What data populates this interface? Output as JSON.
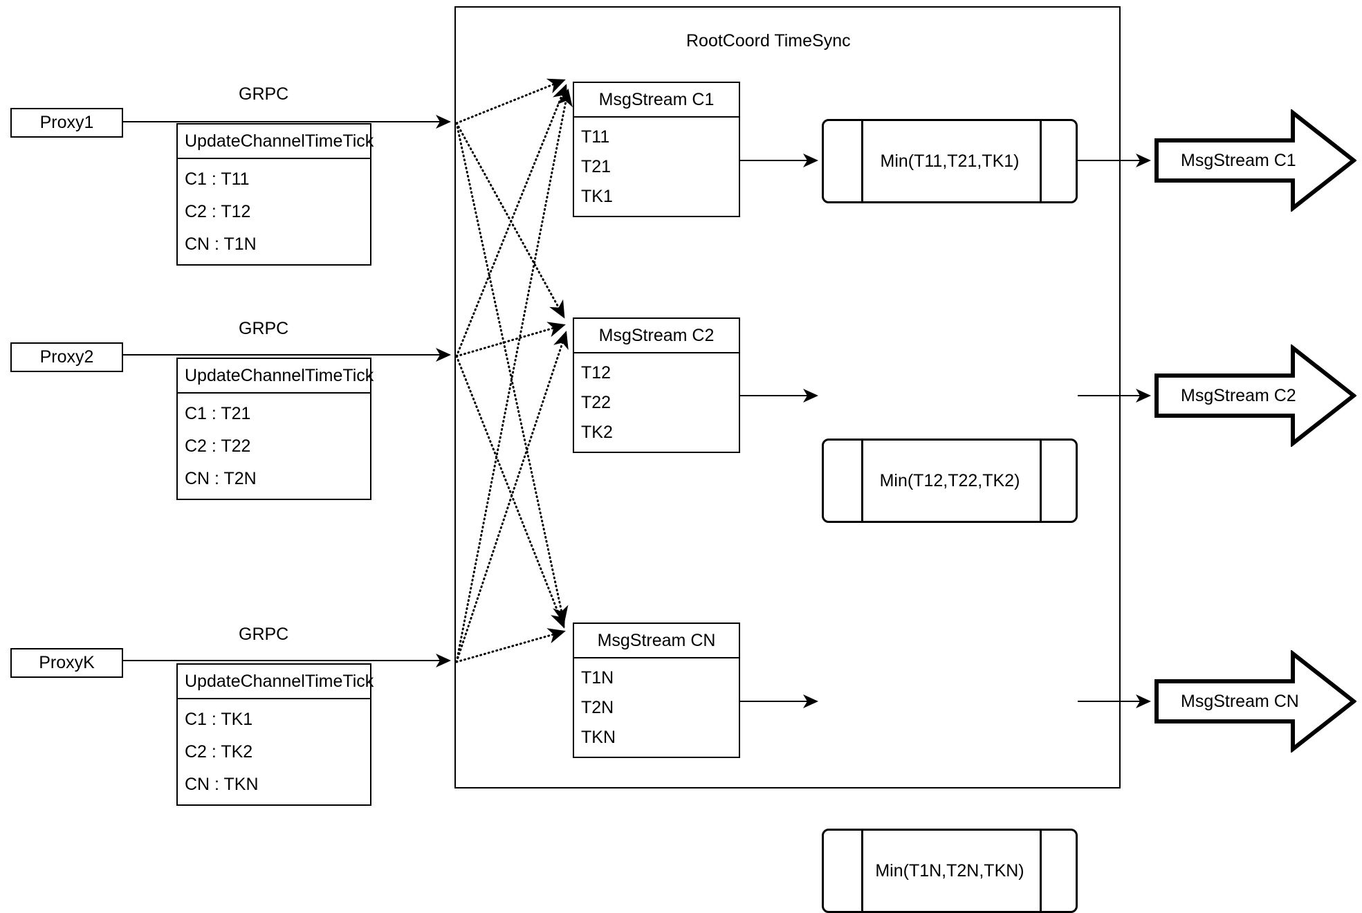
{
  "diagram": {
    "container_title": "RootCoord TimeSync",
    "link_label": "GRPC",
    "colors": {
      "stroke": "#000000",
      "background": "#ffffff"
    }
  },
  "rows": [
    {
      "proxy": "Proxy1",
      "grpc": "GRPC",
      "request": {
        "title": "UpdateChannelTimeTick",
        "entries": [
          "C1 :  T11",
          "C2 :  T12",
          "CN : T1N"
        ]
      }
    },
    {
      "proxy": "Proxy2",
      "grpc": "GRPC",
      "request": {
        "title": "UpdateChannelTimeTick",
        "entries": [
          "C1 :  T21",
          "C2 :  T22",
          "CN : T2N"
        ]
      }
    },
    {
      "proxy": "ProxyK",
      "grpc": "GRPC",
      "request": {
        "title": "UpdateChannelTimeTick",
        "entries": [
          "C1 :  TK1",
          "C2 :  TK2",
          "CN : TKN"
        ]
      }
    }
  ],
  "channels": [
    {
      "msgstream": {
        "title": "MsgStream C1",
        "entries": [
          "T11",
          "T21",
          "TK1"
        ]
      },
      "process": "Min(T11,T21,TK1)",
      "output": "MsgStream C1"
    },
    {
      "msgstream": {
        "title": "MsgStream C2",
        "entries": [
          "T12",
          "T22",
          "TK2"
        ]
      },
      "process": "Min(T12,T22,TK2)",
      "output": "MsgStream C2"
    },
    {
      "msgstream": {
        "title": "MsgStream CN",
        "entries": [
          "T1N",
          "T2N",
          "TKN"
        ]
      },
      "process": "Min(T1N,T2N,TKN)",
      "output": "MsgStream CN"
    }
  ]
}
